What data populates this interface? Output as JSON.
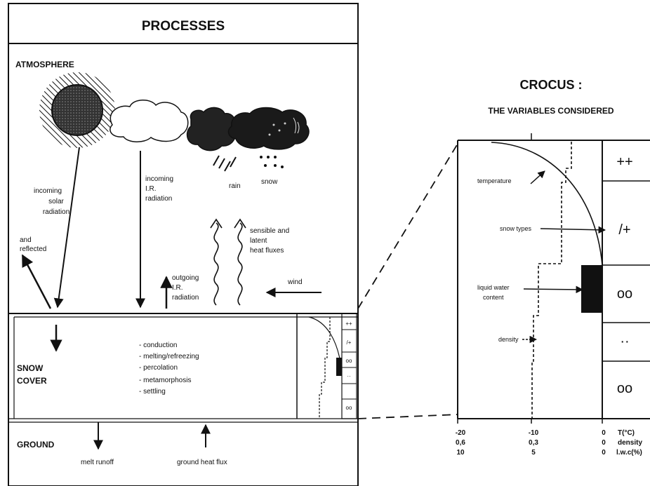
{
  "left_panel": {
    "title": "PROCESSES",
    "atmosphere": {
      "label": "ATMOSPHERE",
      "incoming_solar": [
        "incoming",
        "solar",
        "radiation"
      ],
      "reflected": [
        "and",
        "reflected"
      ],
      "incoming_ir": [
        "incoming",
        "I.R.",
        "radiation"
      ],
      "rain": "rain",
      "snow": "snow",
      "sensible_latent": [
        "sensible and",
        "latent",
        "heat fluxes"
      ],
      "outgoing_ir": [
        "outgoing",
        "I.R.",
        "radiation"
      ],
      "wind": "wind"
    },
    "snow_cover": {
      "label": [
        "SNOW",
        "COVER"
      ],
      "processes": [
        "- conduction",
        "- melting/refreezing",
        "- percolation",
        "- metamorphosis",
        "- settling"
      ],
      "mini_symbols": [
        "++",
        "/+",
        "oo",
        "··",
        "oo"
      ]
    },
    "ground": {
      "label": "GROUND",
      "melt_runoff": "melt runoff",
      "ground_heat_flux": "ground heat flux"
    }
  },
  "right_panel": {
    "title": "CROCUS :",
    "subtitle": "THE VARIABLES CONSIDERED",
    "labels": {
      "temperature": "temperature",
      "snow_types": "snow types",
      "liquid_water": [
        "liquid water",
        "content"
      ],
      "density": "density"
    },
    "snow_type_symbols": [
      "++",
      "/+",
      "oo",
      "··",
      "oo"
    ],
    "axis": {
      "row1": [
        "-20",
        "-10",
        "0",
        "T(°C)"
      ],
      "row2": [
        "0,6",
        "0,3",
        "0",
        "density"
      ],
      "row3": [
        "10",
        "5",
        "0",
        "l.w.c(%)"
      ]
    }
  }
}
